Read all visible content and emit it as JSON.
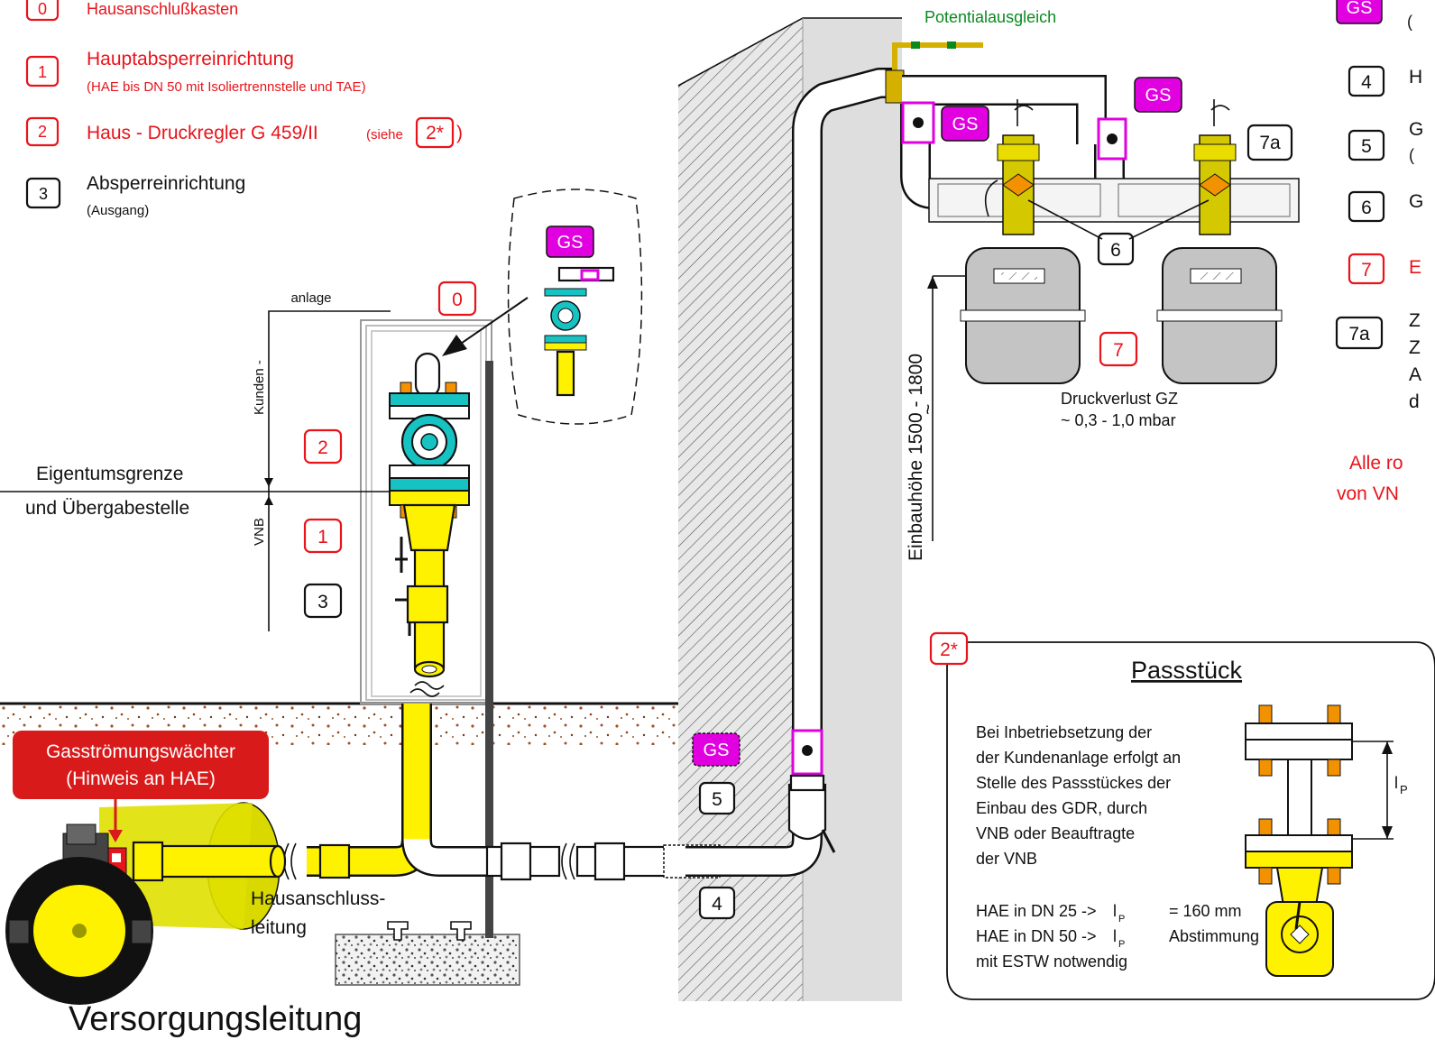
{
  "legend": {
    "items": [
      {
        "num": "0",
        "label": "Hausanschlußkasten",
        "sub": ""
      },
      {
        "num": "1",
        "label": "Hauptabsperreinrichtung",
        "sub": "(HAE bis DN 50 mit Isoliertrennstelle und TAE)"
      },
      {
        "num": "2",
        "label": "Haus - Druckregler G 459/II",
        "sub": "(siehe",
        "ref": "2*",
        "close": ")"
      },
      {
        "num": "3",
        "label": "Absperreinrichtung",
        "sub": "(Ausgang)"
      }
    ],
    "right_items": [
      {
        "num": "GS",
        "text": "("
      },
      {
        "num": "4",
        "text": "H"
      },
      {
        "num": "5",
        "text": "G",
        "sub": "("
      },
      {
        "num": "6",
        "text": "G"
      },
      {
        "num": "7",
        "text": "E"
      },
      {
        "num": "7a",
        "lines": [
          "Z",
          "Z",
          "A",
          "d"
        ]
      }
    ],
    "note_lines": [
      "Alle ro",
      "von VN"
    ]
  },
  "labels": {
    "potentialausgleich": "Potentialausgleich",
    "anlage": "anlage",
    "kunden": "Kunden -",
    "vnb": "VNB",
    "eigentum1": "Eigentumsgrenze",
    "eigentum2": "und Übergabestelle",
    "gs": "GS",
    "n0": "0",
    "n1": "1",
    "n2": "2",
    "n3": "3",
    "n4": "4",
    "n5": "5",
    "n6": "6",
    "n7": "7",
    "n7a": "7a",
    "einbau": "Einbauhöhe 1500 - 1800",
    "tilde": "~",
    "druck1": "Druckverlust GZ",
    "druck2": "~ 0,3 - 1,0 mbar",
    "gasstrom1": "Gasströmungswächter",
    "gasstrom2": "(Hinweis an HAE)",
    "hausanschluss1": "Hausanschluss-",
    "hausanschluss2": "leitung",
    "versorgung": "Versorgungsleitung"
  },
  "passstueck": {
    "ref": "2*",
    "title": "Passstück",
    "text": [
      "Bei Inbetriebsetzung der",
      "der Kundenanlage erfolgt an",
      "Stelle des Passstückes der",
      "Einbau des GDR, durch",
      "VNB oder Beauftragte",
      "der VNB"
    ],
    "dn25": "HAE in DN 25 ->",
    "dn25val": "= 160 mm",
    "dn50": "HAE in DN 50 ->",
    "dn50val": "Abstimmung",
    "estw": "mit ESTW notwendig",
    "lp": "l",
    "lp_sub": "P"
  },
  "colors": {
    "red": "#e8141b",
    "magenta": "#e000e0",
    "yellow": "#fff200",
    "cyan": "#17c2c2",
    "orange": "#f39200",
    "green": "#0a8a1e"
  }
}
